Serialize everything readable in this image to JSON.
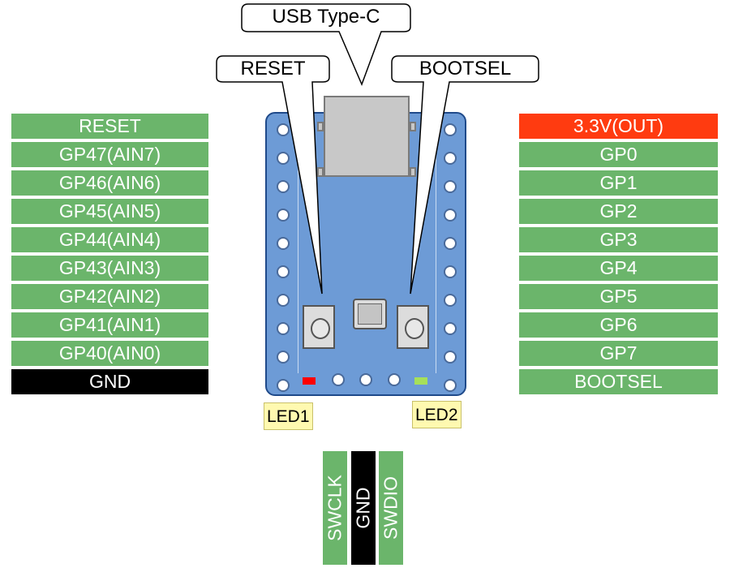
{
  "left_pins": [
    {
      "label": "RESET",
      "color": "#6bb56b"
    },
    {
      "label": "GP47(AIN7)",
      "color": "#6bb56b"
    },
    {
      "label": "GP46(AIN6)",
      "color": "#6bb56b"
    },
    {
      "label": "GP45(AIN5)",
      "color": "#6bb56b"
    },
    {
      "label": "GP44(AIN4)",
      "color": "#6bb56b"
    },
    {
      "label": "GP43(AIN3)",
      "color": "#6bb56b"
    },
    {
      "label": "GP42(AIN2)",
      "color": "#6bb56b"
    },
    {
      "label": "GP41(AIN1)",
      "color": "#6bb56b"
    },
    {
      "label": "GP40(AIN0)",
      "color": "#6bb56b"
    },
    {
      "label": "GND",
      "color": "#000000"
    }
  ],
  "right_pins": [
    {
      "label": "3.3V(OUT)",
      "color": "#ff3b10"
    },
    {
      "label": "GP0",
      "color": "#6bb56b"
    },
    {
      "label": "GP1",
      "color": "#6bb56b"
    },
    {
      "label": "GP2",
      "color": "#6bb56b"
    },
    {
      "label": "GP3",
      "color": "#6bb56b"
    },
    {
      "label": "GP4",
      "color": "#6bb56b"
    },
    {
      "label": "GP5",
      "color": "#6bb56b"
    },
    {
      "label": "GP6",
      "color": "#6bb56b"
    },
    {
      "label": "GP7",
      "color": "#6bb56b"
    },
    {
      "label": "BOOTSEL",
      "color": "#6bb56b"
    }
  ],
  "bottom_pins": [
    {
      "label": "SWCLK",
      "color": "#6bb56b"
    },
    {
      "label": "GND",
      "color": "#000000"
    },
    {
      "label": "SWDIO",
      "color": "#6bb56b"
    }
  ],
  "callouts": {
    "usb": "USB Type-C",
    "reset": "RESET",
    "bootsel": "BOOTSEL"
  },
  "leds": {
    "led1_label": "LED1",
    "led1_color": "#ff0000",
    "led2_label": "LED2",
    "led2_color": "#a6e05a"
  },
  "board": {
    "color": "#6d9bd6"
  }
}
